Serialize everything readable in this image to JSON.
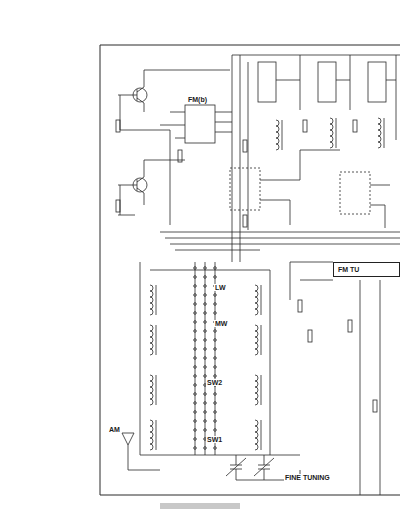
{
  "diagram": {
    "nodes": [
      {
        "text": [
          "FM TU"
        ]
      }
    ],
    "edges": [],
    "labels": [
      "FM(b)",
      "LW",
      "MW",
      "SW2",
      "SW1",
      "AM",
      "FINE TUNING"
    ]
  }
}
